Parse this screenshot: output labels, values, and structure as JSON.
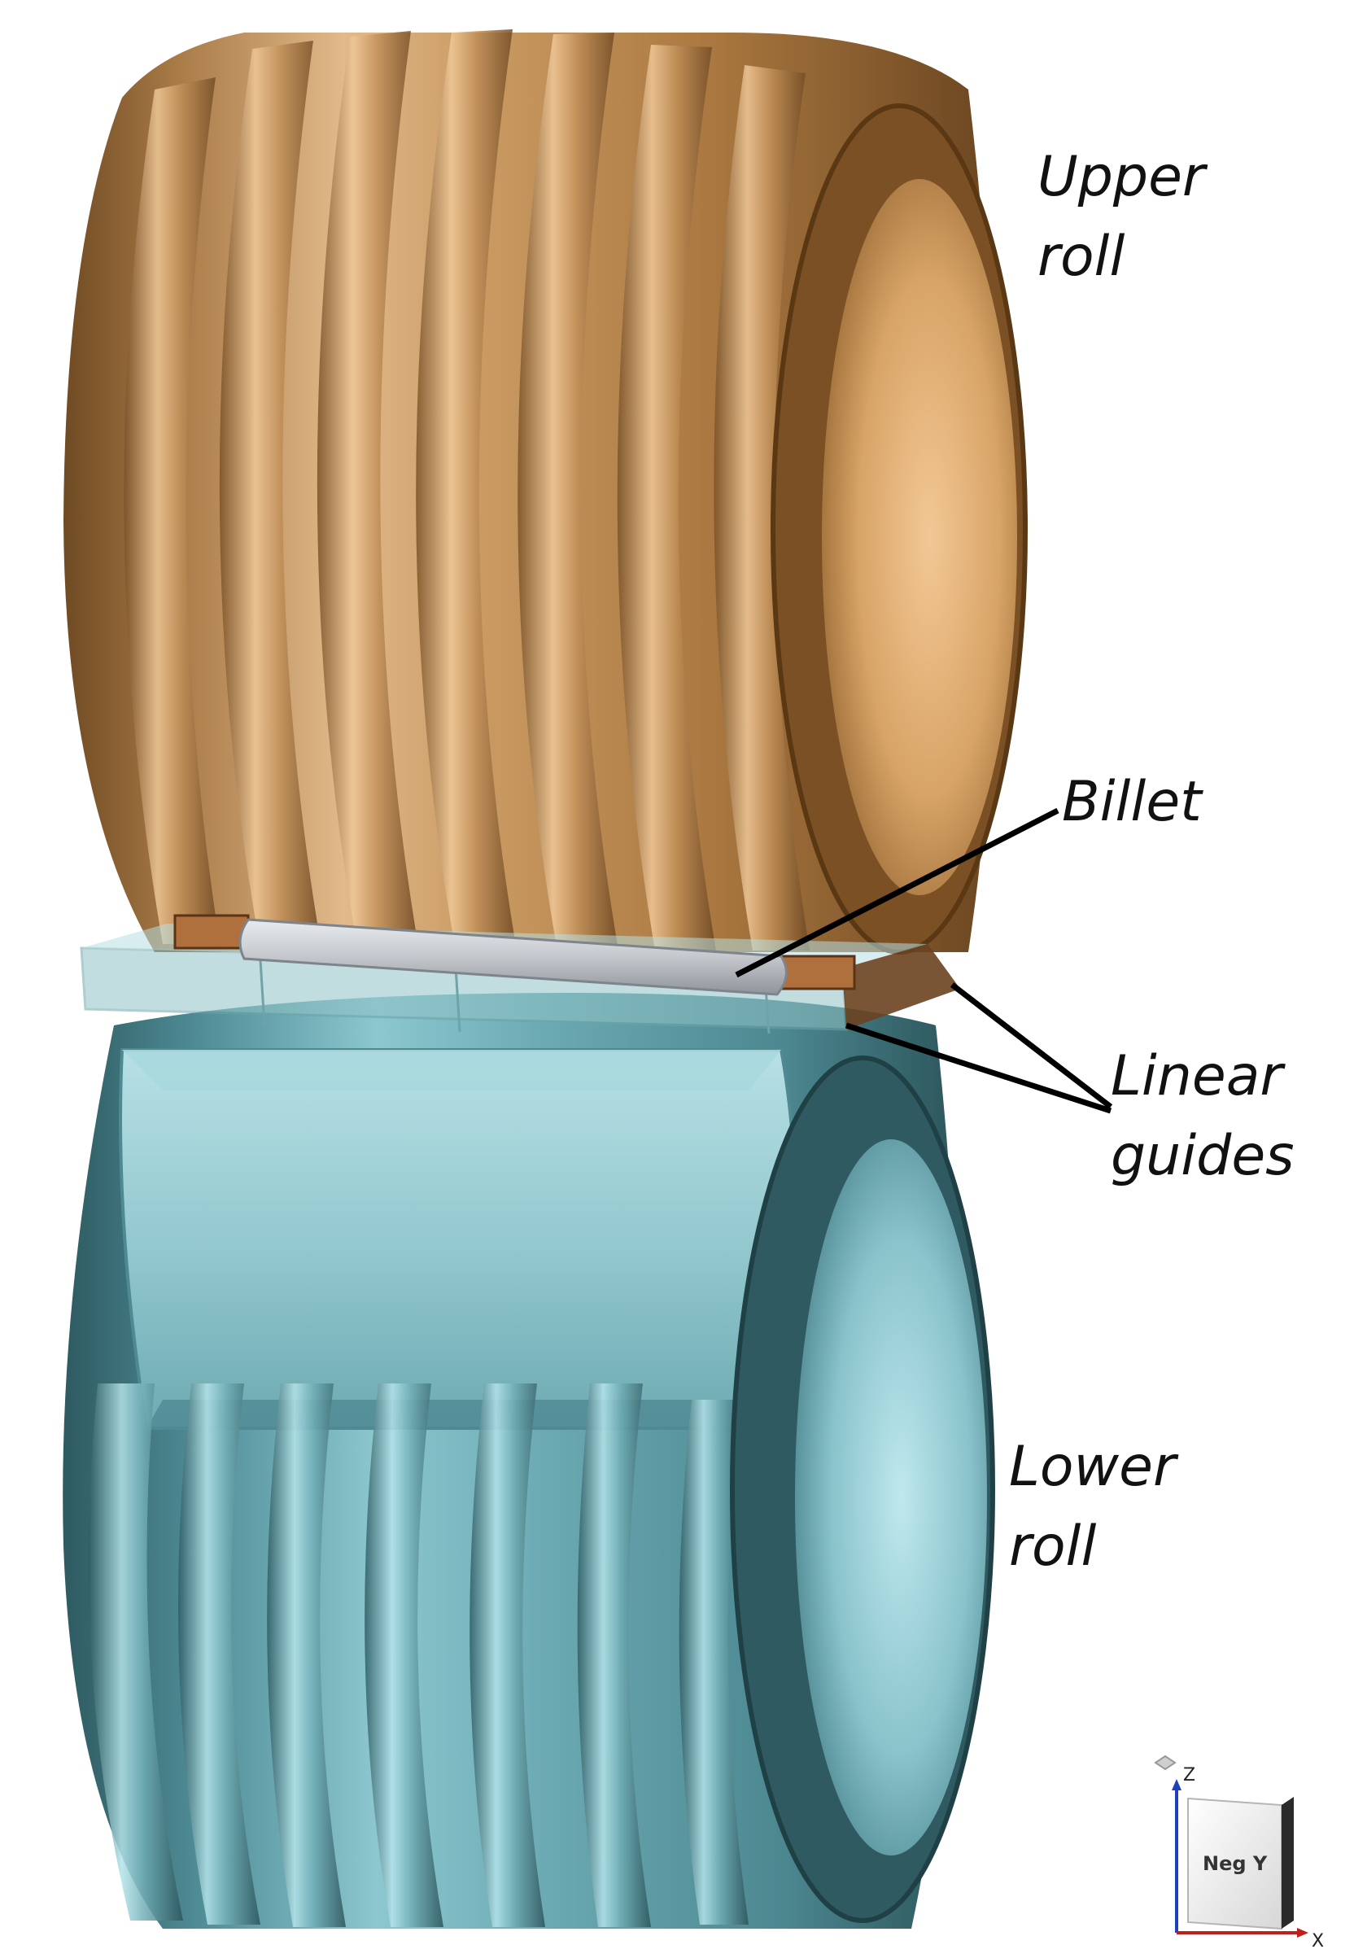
{
  "labels": {
    "upper_roll": [
      "Upper",
      "roll"
    ],
    "billet": "Billet",
    "linear_guides": [
      "Linear",
      "guides"
    ],
    "lower_roll": [
      "Lower",
      "roll"
    ]
  },
  "view_triad": {
    "face_label": "Neg Y",
    "axis_z": "Z",
    "axis_x": "X"
  },
  "colors": {
    "upper_roll": "#c8965e",
    "lower_roll": "#5f9ea8",
    "billet": "#c9ccd1",
    "guides": "#8fc3c6",
    "leader_line": "#000000",
    "axis_z": "#1f3fbf",
    "axis_x": "#c0201c"
  }
}
